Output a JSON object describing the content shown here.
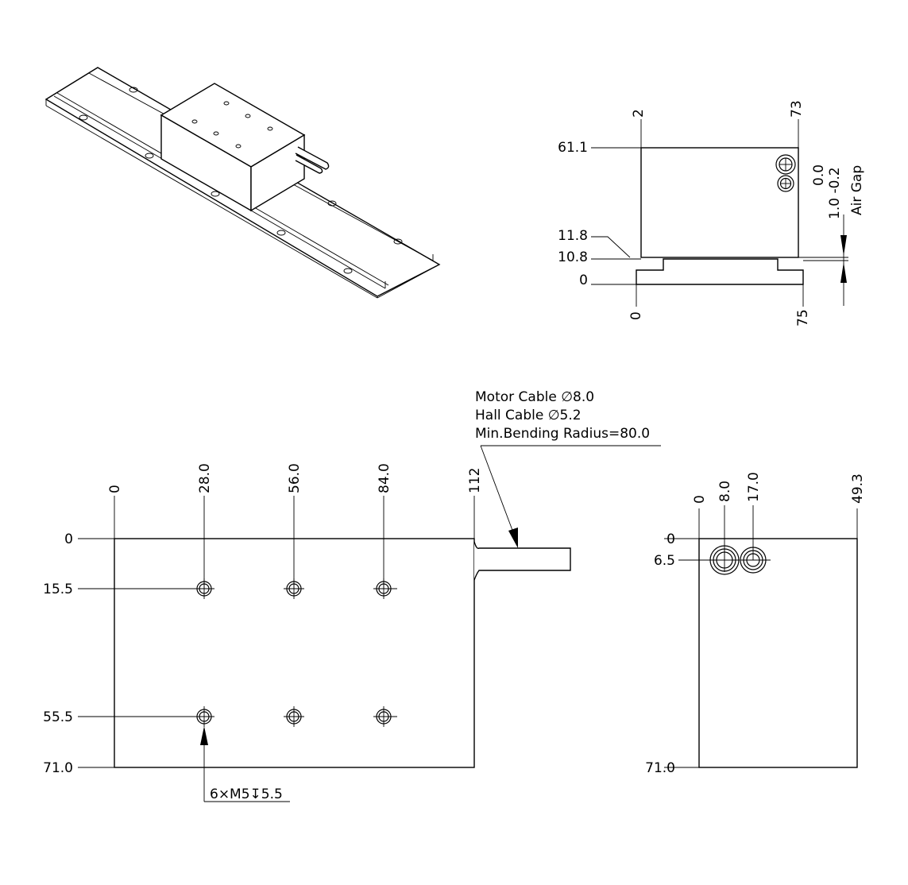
{
  "views": {
    "iso": {
      "name": "isometric view"
    },
    "end_view": {
      "top_dims": [
        "2",
        "73"
      ],
      "left_dims": [
        "61.1",
        "11.8",
        "10.8",
        "0"
      ],
      "bottom_dims": [
        "0",
        "75"
      ],
      "right_dims": [
        "0.0",
        "1.0 -0.2",
        "Air Gap"
      ]
    },
    "top_view": {
      "col_dims": [
        "0",
        "28.0",
        "56.0",
        "84.0",
        "112"
      ],
      "row_dims": [
        "0",
        "15.5",
        "55.5",
        "71.0"
      ],
      "cable_note": [
        "Motor Cable ∅8.0",
        "Hall Cable ∅5.2",
        "Min.Bending Radius=80.0"
      ],
      "hole_note": "6×M5↧5.5"
    },
    "side_view": {
      "col_dims": [
        "0",
        "8.0",
        "17.0",
        "49.3"
      ],
      "row_dims": [
        "0",
        "6.5",
        "71.0"
      ]
    }
  }
}
